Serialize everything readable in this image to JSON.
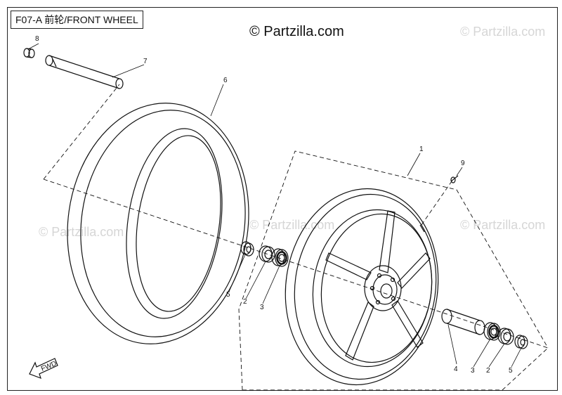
{
  "diagram": {
    "title": "F07-A 前轮/FRONT WHEEL",
    "watermark_main": "© Partzilla.com",
    "watermark_faint": "© Partzilla.com",
    "fwd_label": "FWD",
    "callouts": {
      "c1": "1",
      "c2a": "2",
      "c2b": "2",
      "c3a": "3",
      "c3b": "3",
      "c4": "4",
      "c5a": "5",
      "c5b": "5",
      "c6": "6",
      "c7": "7",
      "c8": "8",
      "c9": "9"
    }
  }
}
